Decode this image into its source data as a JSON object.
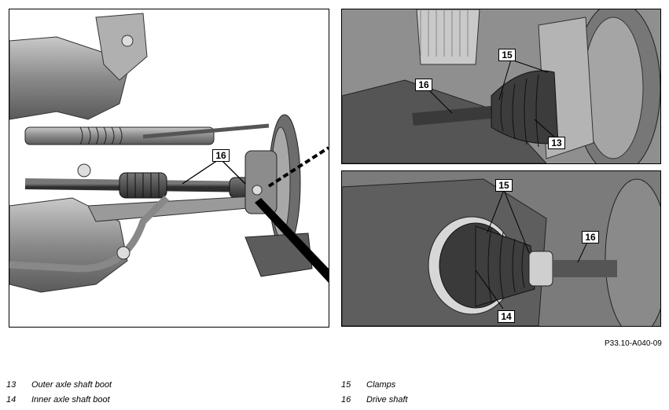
{
  "callouts": {
    "main_16": "16",
    "top_15": "15",
    "top_16": "16",
    "top_13": "13",
    "bot_15": "15",
    "bot_16": "16",
    "bot_14": "14"
  },
  "figure_ref": "P33.10-A040-09",
  "legend": [
    {
      "num": "13",
      "text": "Outer axle shaft boot"
    },
    {
      "num": "14",
      "text": "Inner axle shaft boot"
    },
    {
      "num": "15",
      "text": "Clamps"
    },
    {
      "num": "16",
      "text": "Drive shaft"
    }
  ],
  "colors": {
    "metal_dark": "#4a4a4a",
    "metal_mid": "#7d7d7d",
    "metal_light": "#b5b5b5",
    "rubber": "#2e2e2e"
  }
}
